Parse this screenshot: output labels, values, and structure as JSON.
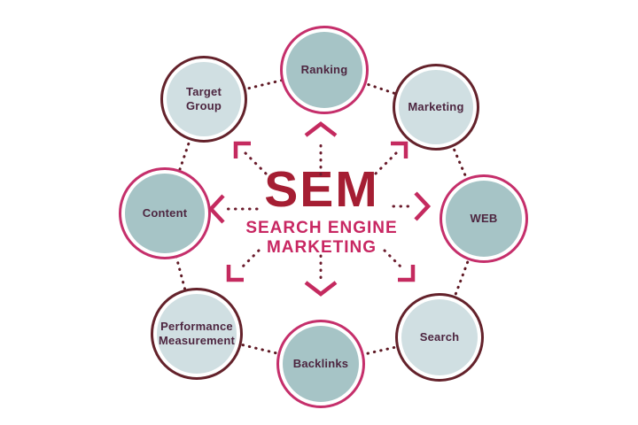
{
  "diagram": {
    "center": {
      "acronym": "SEM",
      "subtitle_line1": "SEARCH ENGINE",
      "subtitle_line2": "MARKETING"
    },
    "nodes": [
      {
        "id": "ranking",
        "line1": "Ranking"
      },
      {
        "id": "marketing",
        "line1": "Marketing"
      },
      {
        "id": "web",
        "line1": "WEB"
      },
      {
        "id": "search",
        "line1": "Search"
      },
      {
        "id": "backlinks",
        "line1": "Backlinks"
      },
      {
        "id": "performance-measurement",
        "line1": "Performance",
        "line2": "Measurement"
      },
      {
        "id": "content",
        "line1": "Content"
      },
      {
        "id": "target-group",
        "line1": "Target",
        "line2": "Group"
      }
    ],
    "arrows": [
      "arrow-up",
      "arrow-up-right",
      "arrow-right",
      "arrow-down-right",
      "arrow-down",
      "arrow-down-left",
      "arrow-left",
      "arrow-up-left"
    ],
    "colors": {
      "background": "#ffffff",
      "teal_fill": "#a6c4c6",
      "light_fill": "#d0dfe2",
      "pink_border": "#c52f6b",
      "maroon_border": "#64222b",
      "acronym_red": "#a51e33",
      "subtitle_pink": "#c82762",
      "node_label": "#4d2640",
      "ring_dots": "#5e1823",
      "arrow_head_pink": "#c42a5f"
    }
  }
}
